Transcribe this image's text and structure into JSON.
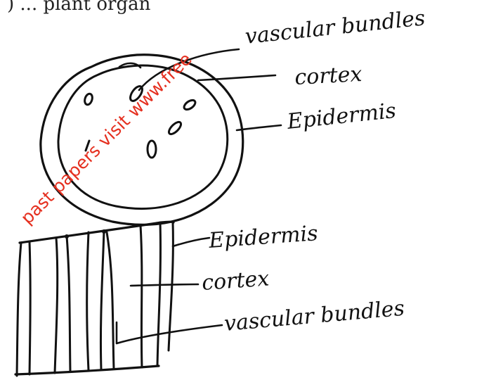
{
  "top_partial_text": ") ... plant organ",
  "watermark_text": "past papers visit www.free",
  "colors": {
    "ink": "#111111",
    "watermark": "#e53020",
    "background": "#ffffff"
  },
  "cross_section": {
    "labels": {
      "vascular_bundles": "vascular bundles",
      "cortex": "cortex",
      "epidermis": "Epidermis"
    }
  },
  "longitudinal_section": {
    "labels": {
      "epidermis": "Epidermis",
      "cortex": "cortex",
      "vascular_bundles": "vascular bundles"
    }
  }
}
